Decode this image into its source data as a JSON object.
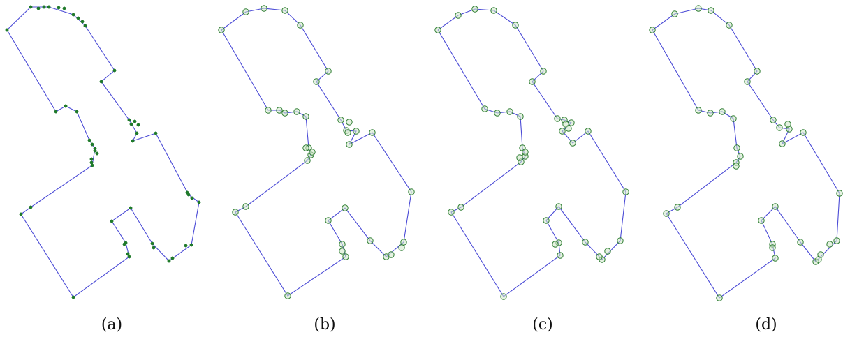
{
  "panels": [
    {
      "id": "a",
      "caption": "(a)",
      "marker": "dot",
      "path": [
        [
          10,
          43
        ],
        [
          44,
          10
        ],
        [
          70,
          10
        ],
        [
          105,
          21
        ],
        [
          122,
          37
        ],
        [
          164,
          101
        ],
        [
          145,
          117
        ],
        [
          185,
          172
        ],
        [
          196,
          191
        ],
        [
          190,
          202
        ],
        [
          223,
          191
        ],
        [
          270,
          279
        ],
        [
          285,
          290
        ],
        [
          274,
          351
        ],
        [
          242,
          374
        ],
        [
          218,
          349
        ],
        [
          187,
          298
        ],
        [
          160,
          317
        ],
        [
          180,
          348
        ],
        [
          185,
          368
        ],
        [
          105,
          426
        ],
        [
          30,
          307
        ],
        [
          44,
          297
        ],
        [
          132,
          237
        ],
        [
          136,
          213
        ],
        [
          128,
          201
        ],
        [
          110,
          160
        ],
        [
          94,
          152
        ],
        [
          80,
          160
        ],
        [
          10,
          43
        ]
      ],
      "extra": [
        [
          55,
          12
        ],
        [
          63,
          10
        ],
        [
          84,
          11
        ],
        [
          92,
          12
        ],
        [
          112,
          26
        ],
        [
          118,
          31
        ],
        [
          188,
          178
        ],
        [
          193,
          174
        ],
        [
          198,
          179
        ],
        [
          131,
          228
        ],
        [
          139,
          220
        ],
        [
          132,
          207
        ],
        [
          136,
          216
        ],
        [
          131,
          233
        ],
        [
          268,
          276
        ],
        [
          275,
          284
        ],
        [
          247,
          370
        ],
        [
          266,
          352
        ],
        [
          220,
          355
        ],
        [
          178,
          350
        ],
        [
          183,
          364
        ]
      ]
    },
    {
      "id": "b",
      "caption": "(b)",
      "marker": "ring",
      "path": [
        [
          317,
          43
        ],
        [
          352,
          17
        ],
        [
          378,
          12
        ],
        [
          408,
          15
        ],
        [
          430,
          36
        ],
        [
          470,
          102
        ],
        [
          453,
          117
        ],
        [
          488,
          172
        ],
        [
          496,
          187
        ],
        [
          510,
          188
        ],
        [
          500,
          207
        ],
        [
          533,
          190
        ],
        [
          589,
          275
        ],
        [
          578,
          347
        ],
        [
          553,
          368
        ],
        [
          530,
          345
        ],
        [
          494,
          298
        ],
        [
          470,
          316
        ],
        [
          490,
          350
        ],
        [
          495,
          368
        ],
        [
          412,
          424
        ],
        [
          337,
          304
        ],
        [
          352,
          296
        ],
        [
          440,
          230
        ],
        [
          445,
          222
        ],
        [
          442,
          212
        ],
        [
          438,
          167
        ],
        [
          425,
          160
        ],
        [
          408,
          162
        ],
        [
          400,
          158
        ],
        [
          384,
          158
        ],
        [
          317,
          43
        ]
      ],
      "extra": [
        [
          560,
          365
        ],
        [
          575,
          355
        ],
        [
          438,
          212
        ],
        [
          447,
          218
        ],
        [
          490,
          360
        ],
        [
          498,
          190
        ],
        [
          500,
          175
        ]
      ]
    },
    {
      "id": "c",
      "caption": "(c)",
      "marker": "ring",
      "path": [
        [
          627,
          43
        ],
        [
          656,
          22
        ],
        [
          680,
          13
        ],
        [
          707,
          15
        ],
        [
          738,
          36
        ],
        [
          778,
          102
        ],
        [
          762,
          117
        ],
        [
          798,
          170
        ],
        [
          808,
          172
        ],
        [
          818,
          176
        ],
        [
          805,
          188
        ],
        [
          820,
          205
        ],
        [
          842,
          188
        ],
        [
          896,
          275
        ],
        [
          888,
          345
        ],
        [
          862,
          372
        ],
        [
          838,
          347
        ],
        [
          800,
          296
        ],
        [
          782,
          316
        ],
        [
          800,
          348
        ],
        [
          802,
          366
        ],
        [
          721,
          425
        ],
        [
          646,
          304
        ],
        [
          660,
          297
        ],
        [
          746,
          232
        ],
        [
          752,
          224
        ],
        [
          748,
          212
        ],
        [
          745,
          167
        ],
        [
          730,
          160
        ],
        [
          712,
          162
        ],
        [
          694,
          156
        ],
        [
          627,
          43
        ]
      ],
      "extra": [
        [
          858,
          368
        ],
        [
          870,
          360
        ],
        [
          744,
          226
        ],
        [
          752,
          218
        ],
        [
          795,
          350
        ],
        [
          810,
          178
        ],
        [
          814,
          184
        ]
      ]
    },
    {
      "id": "d",
      "caption": "(d)",
      "marker": "ring",
      "path": [
        [
          934,
          43
        ],
        [
          966,
          20
        ],
        [
          1000,
          12
        ],
        [
          1018,
          15
        ],
        [
          1044,
          36
        ],
        [
          1084,
          102
        ],
        [
          1070,
          117
        ],
        [
          1107,
          172
        ],
        [
          1116,
          183
        ],
        [
          1130,
          185
        ],
        [
          1120,
          206
        ],
        [
          1150,
          190
        ],
        [
          1202,
          277
        ],
        [
          1198,
          345
        ],
        [
          1168,
          375
        ],
        [
          1146,
          347
        ],
        [
          1110,
          296
        ],
        [
          1090,
          316
        ],
        [
          1106,
          350
        ],
        [
          1110,
          370
        ],
        [
          1030,
          427
        ],
        [
          954,
          306
        ],
        [
          970,
          297
        ],
        [
          1054,
          233
        ],
        [
          1060,
          224
        ],
        [
          1055,
          212
        ],
        [
          1050,
          170
        ],
        [
          1034,
          160
        ],
        [
          1017,
          162
        ],
        [
          1000,
          158
        ],
        [
          934,
          43
        ]
      ],
      "extra": [
        [
          1188,
          350
        ],
        [
          1175,
          365
        ],
        [
          1172,
          372
        ],
        [
          1054,
          238
        ],
        [
          1106,
          355
        ],
        [
          1128,
          178
        ]
      ]
    }
  ]
}
